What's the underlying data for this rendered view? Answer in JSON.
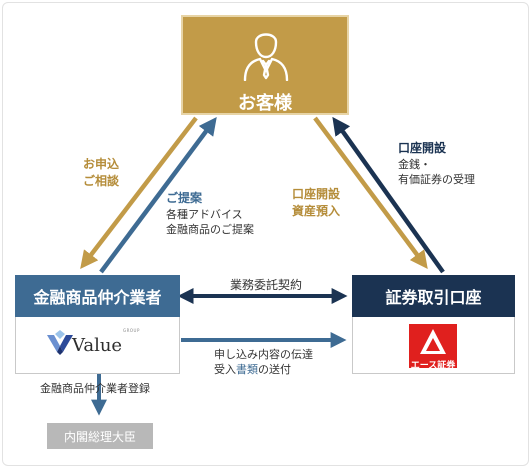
{
  "customer": {
    "title": "お客様",
    "icon": "businessman-icon"
  },
  "broker": {
    "title": "金融商品仲介業者",
    "logo_text": "Value",
    "logo_group": "GROUP",
    "registration_label": "金融商品仲介業者登録"
  },
  "securities": {
    "title": "証券取引口座",
    "logo_text": "エース証券"
  },
  "regulator": {
    "title": "内閣総理大臣"
  },
  "labels": {
    "apply_line1": "お申込",
    "apply_line2": "ご相談",
    "proposal_title": "ご提案",
    "proposal_line1": "各種アドバイス",
    "proposal_line2": "金融商品のご提案",
    "deposit_line1": "口座開設",
    "deposit_line2": "資産預入",
    "open_title": "口座開設",
    "open_line1": "金銭・",
    "open_line2": "有価証券の受理",
    "contract": "業務委託契約",
    "transmit_line1": "申し込み内容の伝達",
    "transmit_line2_a": "受入",
    "transmit_line2_b": "書類",
    "transmit_line2_c": "の送付"
  },
  "colors": {
    "gold": "#c29b48",
    "broker_blue": "#3e6b93",
    "navy": "#1b3352",
    "gray": "#b8b8b8",
    "ace_red": "#e0201e"
  }
}
